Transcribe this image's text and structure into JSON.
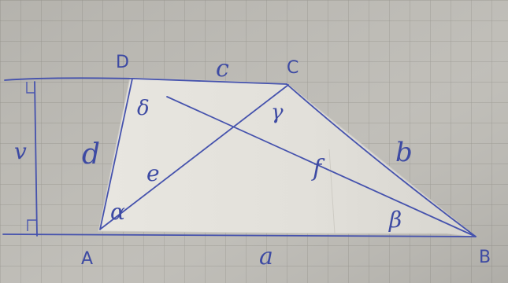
{
  "trapezoid": {
    "vertices": {
      "A": "A",
      "B": "B",
      "C": "C",
      "D": "D"
    },
    "sides": {
      "a": "a",
      "b": "b",
      "c": "c",
      "d": "d"
    },
    "height": "v",
    "diagonals": {
      "e": "e",
      "f": "f"
    },
    "angles": {
      "alpha": "α",
      "beta": "β",
      "gamma": "γ",
      "delta": "δ"
    }
  },
  "colors": {
    "paper": "#bcbab4",
    "grid": "#9a9891",
    "sheet": "#e4e2dc",
    "ink": "#4552ad"
  }
}
